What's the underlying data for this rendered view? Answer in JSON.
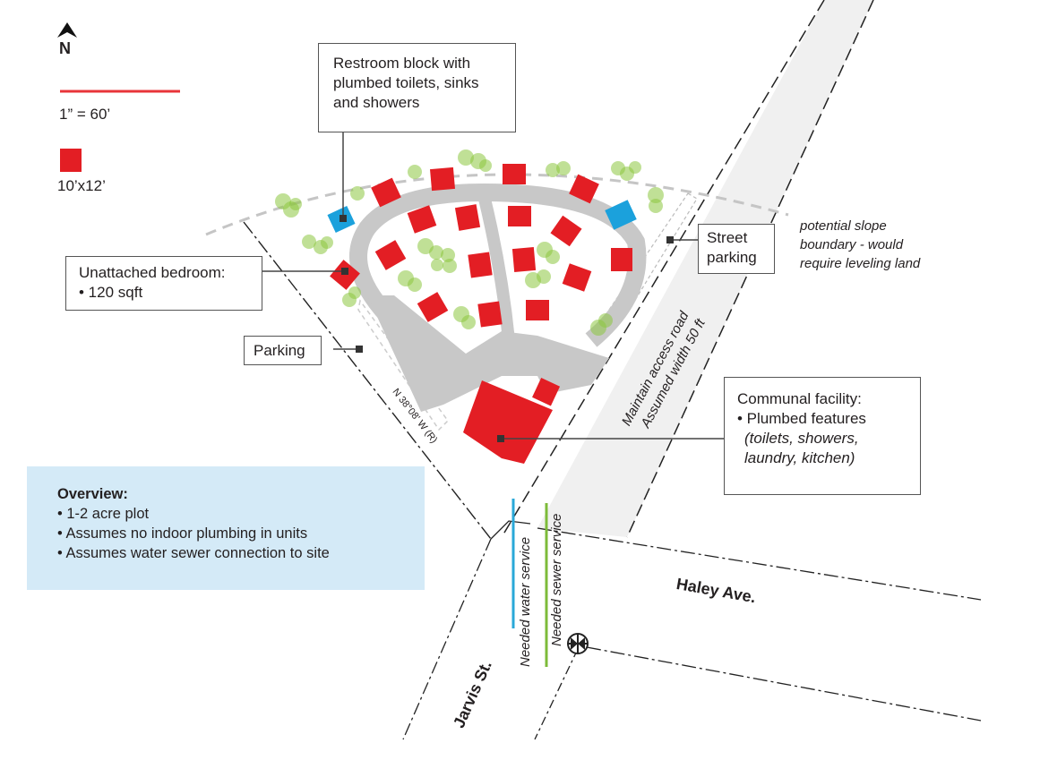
{
  "legend": {
    "north_label": "N",
    "scale_label": "1” = 60’",
    "unit_label": "10’x12’"
  },
  "colors": {
    "unit_red": "#e31e24",
    "restroom_blue": "#1ba1dc",
    "tree_green": "#8cc63f",
    "path_gray": "#c8c8c8",
    "road_gray": "#f0f0f0",
    "water_line": "#2aa8d8",
    "sewer_line": "#7dbb3a",
    "overview_bg": "#d4eaf7"
  },
  "callouts": {
    "restroom": {
      "lines": [
        "Restroom block with",
        "plumbed toilets, sinks",
        "and showers"
      ]
    },
    "bedroom": {
      "title": "Unattached bedroom:",
      "bullet": "• 120 sqft"
    },
    "parking": {
      "label": "Parking"
    },
    "street_parking": {
      "lines": [
        "Street",
        "parking"
      ]
    },
    "communal": {
      "title": "Communal facility:",
      "bullet": "• Plumbed features",
      "detail_lines": [
        "(toilets, showers,",
        "laundry, kitchen)"
      ]
    }
  },
  "annotations": {
    "slope": [
      "potential slope",
      "boundary - would",
      "require leveling land"
    ],
    "access_road": [
      "Maintain access road",
      "Assumed width 50 ft"
    ],
    "bearing": "N 38°08' W (R)",
    "water_service": "Needed water service",
    "sewer_service": "Needed sewer service"
  },
  "streets": {
    "haley": "Haley Ave.",
    "jarvis": "Jarvis St."
  },
  "overview": {
    "title": "Overview:",
    "items": [
      "• 1-2 acre plot",
      "• Assumes no indoor plumbing in units",
      "• Assumes water sewer connection to site"
    ]
  }
}
